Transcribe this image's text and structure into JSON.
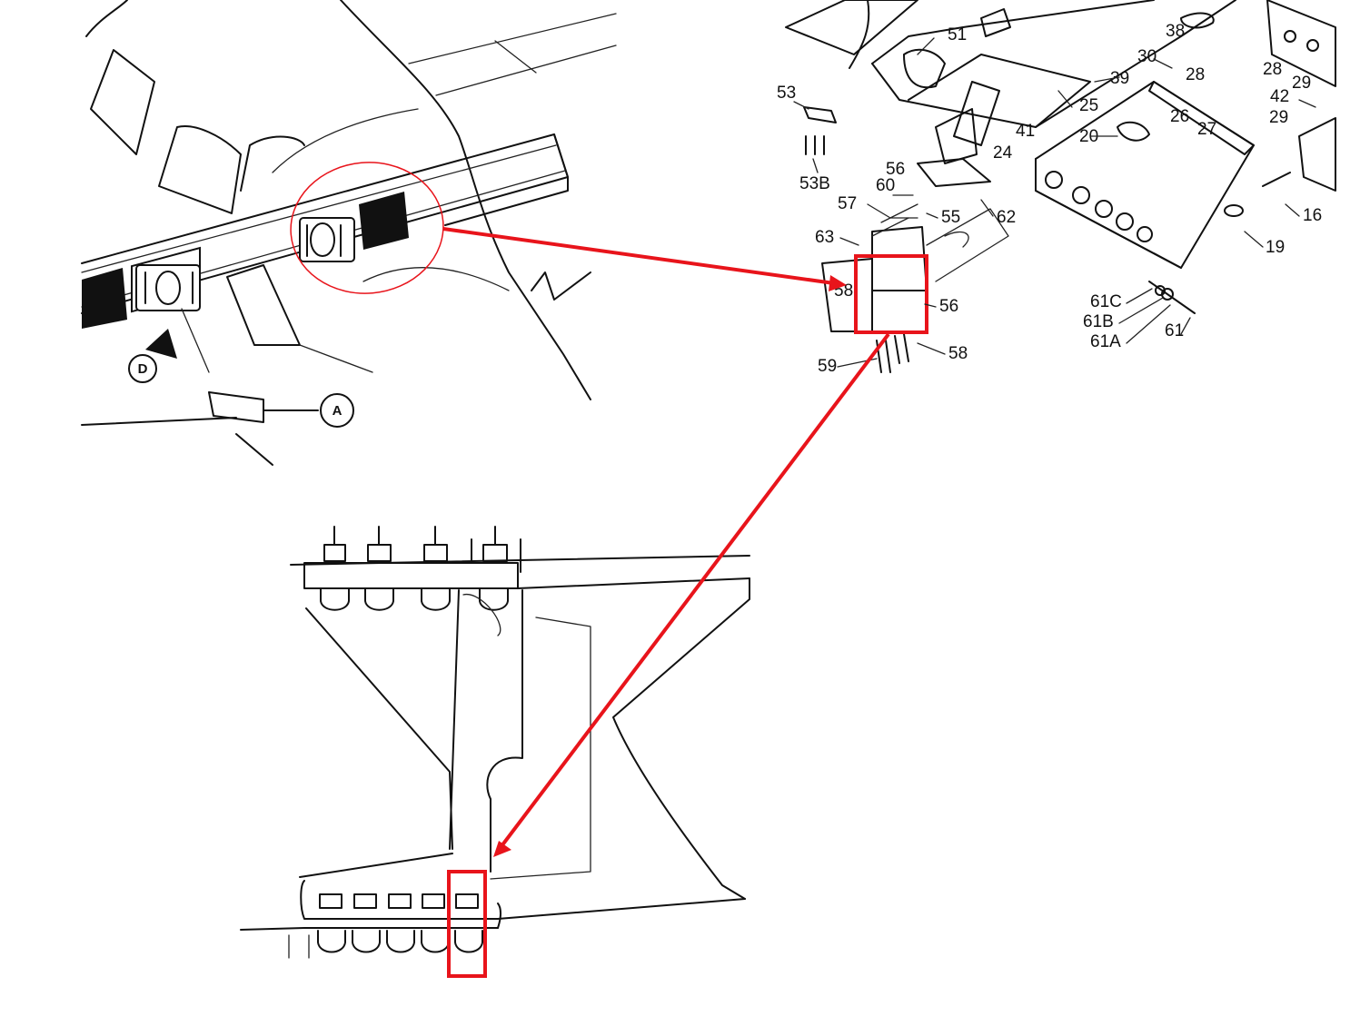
{
  "view_callouts": {
    "view_d": "D",
    "view_a": "A"
  },
  "part_labels": [
    "51",
    "38",
    "30",
    "28",
    "28",
    "29",
    "39",
    "25",
    "53",
    "42",
    "29",
    "41",
    "24",
    "26",
    "27",
    "20",
    "56",
    "60",
    "57",
    "55",
    "62",
    "53B",
    "63",
    "58",
    "56",
    "59",
    "58",
    "16",
    "19",
    "61C",
    "61B",
    "61A",
    "61"
  ],
  "colors": {
    "highlight": "#e8141b",
    "ink": "#111111",
    "background": "#ffffff"
  }
}
